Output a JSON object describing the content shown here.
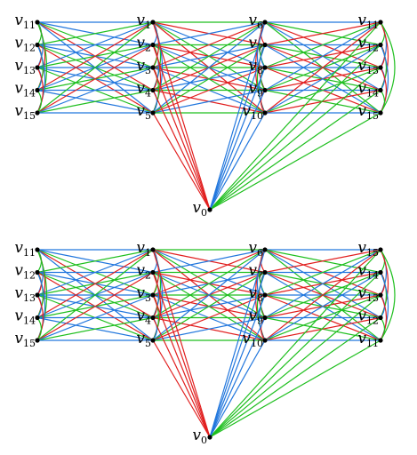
{
  "colors": {
    "red": "#e11f1f",
    "green": "#1fbf1f",
    "blue": "#2277dd",
    "vertex": "#000000"
  },
  "diagrams": [
    {
      "columns": [
        [
          "11",
          "12",
          "13",
          "14",
          "15"
        ],
        [
          "1",
          "2",
          "3",
          "4",
          "5"
        ],
        [
          "6",
          "7",
          "8",
          "9",
          "10"
        ],
        [
          "11",
          "12",
          "13",
          "14",
          "15"
        ]
      ],
      "bottom_vertex": "0"
    },
    {
      "columns": [
        [
          "11",
          "12",
          "13",
          "14",
          "15"
        ],
        [
          "1",
          "2",
          "3",
          "4",
          "5"
        ],
        [
          "6",
          "7",
          "8",
          "9",
          "10"
        ],
        [
          "15",
          "14",
          "13",
          "12",
          "11"
        ]
      ],
      "bottom_vertex": "0"
    }
  ],
  "label_letter": "v"
}
